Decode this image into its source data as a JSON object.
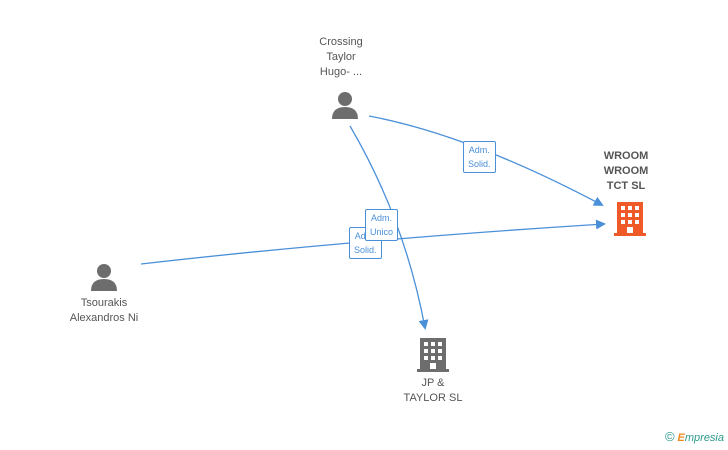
{
  "nodes": {
    "crossing": {
      "label": "Crossing\nTaylor\nHugo- ..."
    },
    "tsourakis": {
      "label": "Tsourakis\nAlexandros Ni"
    },
    "wroom": {
      "label": "WROOM\nWROOM\nTCT SL"
    },
    "jp_taylor": {
      "label": "JP &\nTAYLOR SL"
    }
  },
  "edges": {
    "crossing_wroom": {
      "label": "Adm.\nSolid."
    },
    "tsourakis_wroom": {
      "label": "Adm.\nSolid."
    },
    "crossing_jp": {
      "label": "Adm.\nUnico"
    }
  },
  "watermark": {
    "copyright": "©",
    "brand_first": "E",
    "brand_rest": "mpresia"
  },
  "colors": {
    "edge": "#4a90d9",
    "person_icon": "#6d6d6d",
    "company_main": "#f05a28",
    "company_other": "#6d6d6d"
  }
}
